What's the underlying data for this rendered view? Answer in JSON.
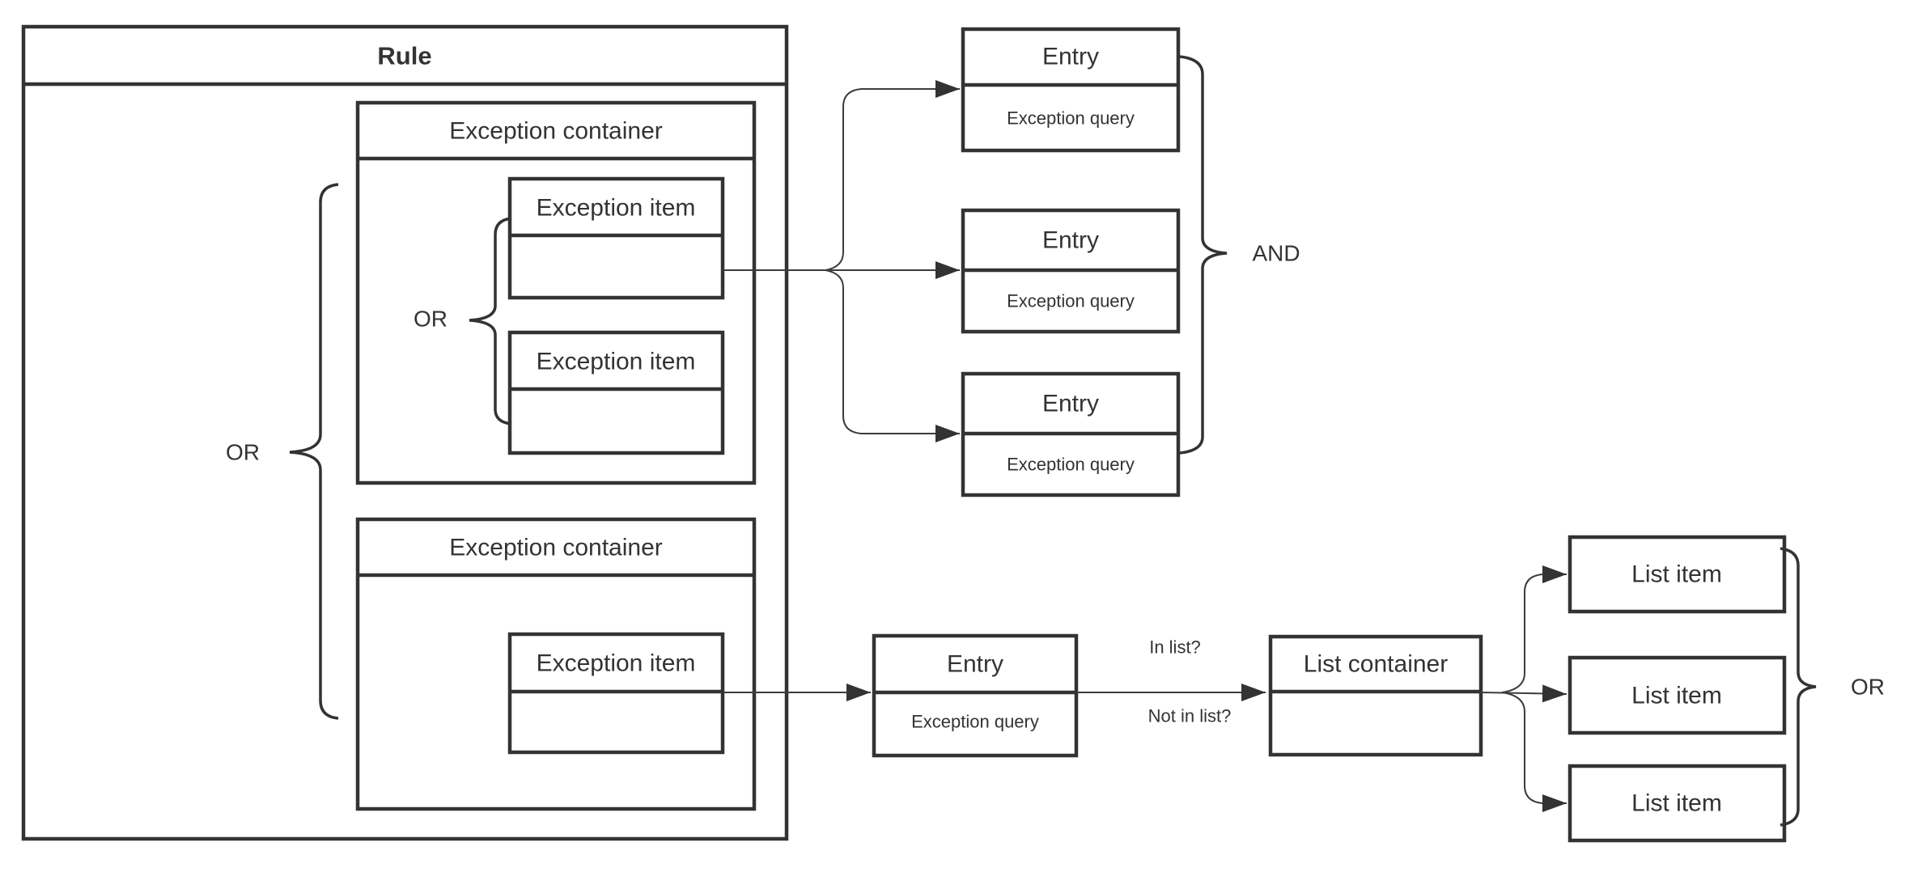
{
  "colors": {
    "stroke": "#333333",
    "text": "#333333",
    "background": "#ffffff"
  },
  "rule": {
    "title": "Rule"
  },
  "containers": [
    {
      "title": "Exception container",
      "items": [
        "Exception item",
        "Exception item"
      ]
    },
    {
      "title": "Exception container",
      "items": [
        "Exception item"
      ]
    }
  ],
  "entries": [
    {
      "title": "Entry",
      "query": "Exception query"
    },
    {
      "title": "Entry",
      "query": "Exception query"
    },
    {
      "title": "Entry",
      "query": "Exception query"
    },
    {
      "title": "Entry",
      "query": "Exception query"
    }
  ],
  "list": {
    "container_title": "List container",
    "items": [
      "List item",
      "List item",
      "List item"
    ]
  },
  "operators": {
    "outer_or": "OR",
    "inner_or": "OR",
    "and": "AND",
    "list_or": "OR"
  },
  "edge_labels": {
    "in_list": "In list?",
    "not_in_list": "Not in list?"
  }
}
